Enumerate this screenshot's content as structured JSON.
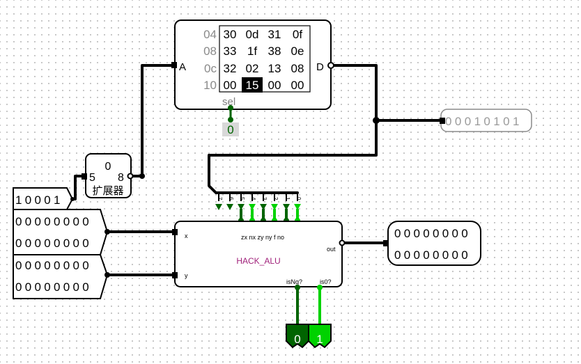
{
  "ram": {
    "rows": [
      {
        "addr": "04",
        "values": [
          "30",
          "0d",
          "31",
          "0f"
        ]
      },
      {
        "addr": "08",
        "values": [
          "33",
          "1f",
          "38",
          "0e"
        ]
      },
      {
        "addr": "0c",
        "values": [
          "32",
          "02",
          "13",
          "08"
        ]
      },
      {
        "addr": "10",
        "values": [
          "00",
          "15",
          "00",
          "00"
        ]
      }
    ],
    "highlight": {
      "row": 3,
      "col": 1
    },
    "port_a": "A",
    "port_d": "D",
    "sel_label": "sel",
    "sel_value": "0"
  },
  "data_probe": {
    "value": "00010101"
  },
  "extender": {
    "in_width": "5",
    "top": "0",
    "out_width": "8",
    "label": "扩展器"
  },
  "input_5bit": {
    "value": "10001"
  },
  "x_input": {
    "row1": "00000000",
    "row2": "00000000"
  },
  "y_input": {
    "row1": "00000000",
    "row2": "00000000"
  },
  "alu": {
    "name": "HACK_ALU",
    "x_label": "x",
    "y_label": "y",
    "out_label": "out",
    "controls_label": "zx nx zy ny  f  no",
    "isng_label": "isNg?",
    "is0_label": "is0?",
    "splitter_indices": [
      "7",
      "6",
      "5",
      "4",
      "3",
      "2",
      "1",
      "0"
    ]
  },
  "output": {
    "row1": "00000000",
    "row2": "00000000"
  },
  "isng_led": {
    "value": "0"
  },
  "is0_led": {
    "value": "1"
  },
  "colors": {
    "wire": "#000000",
    "dark_green": "#006400",
    "bright_green": "#00d200",
    "alu_name": "#a0207a",
    "highlight_bg": "#000000"
  }
}
